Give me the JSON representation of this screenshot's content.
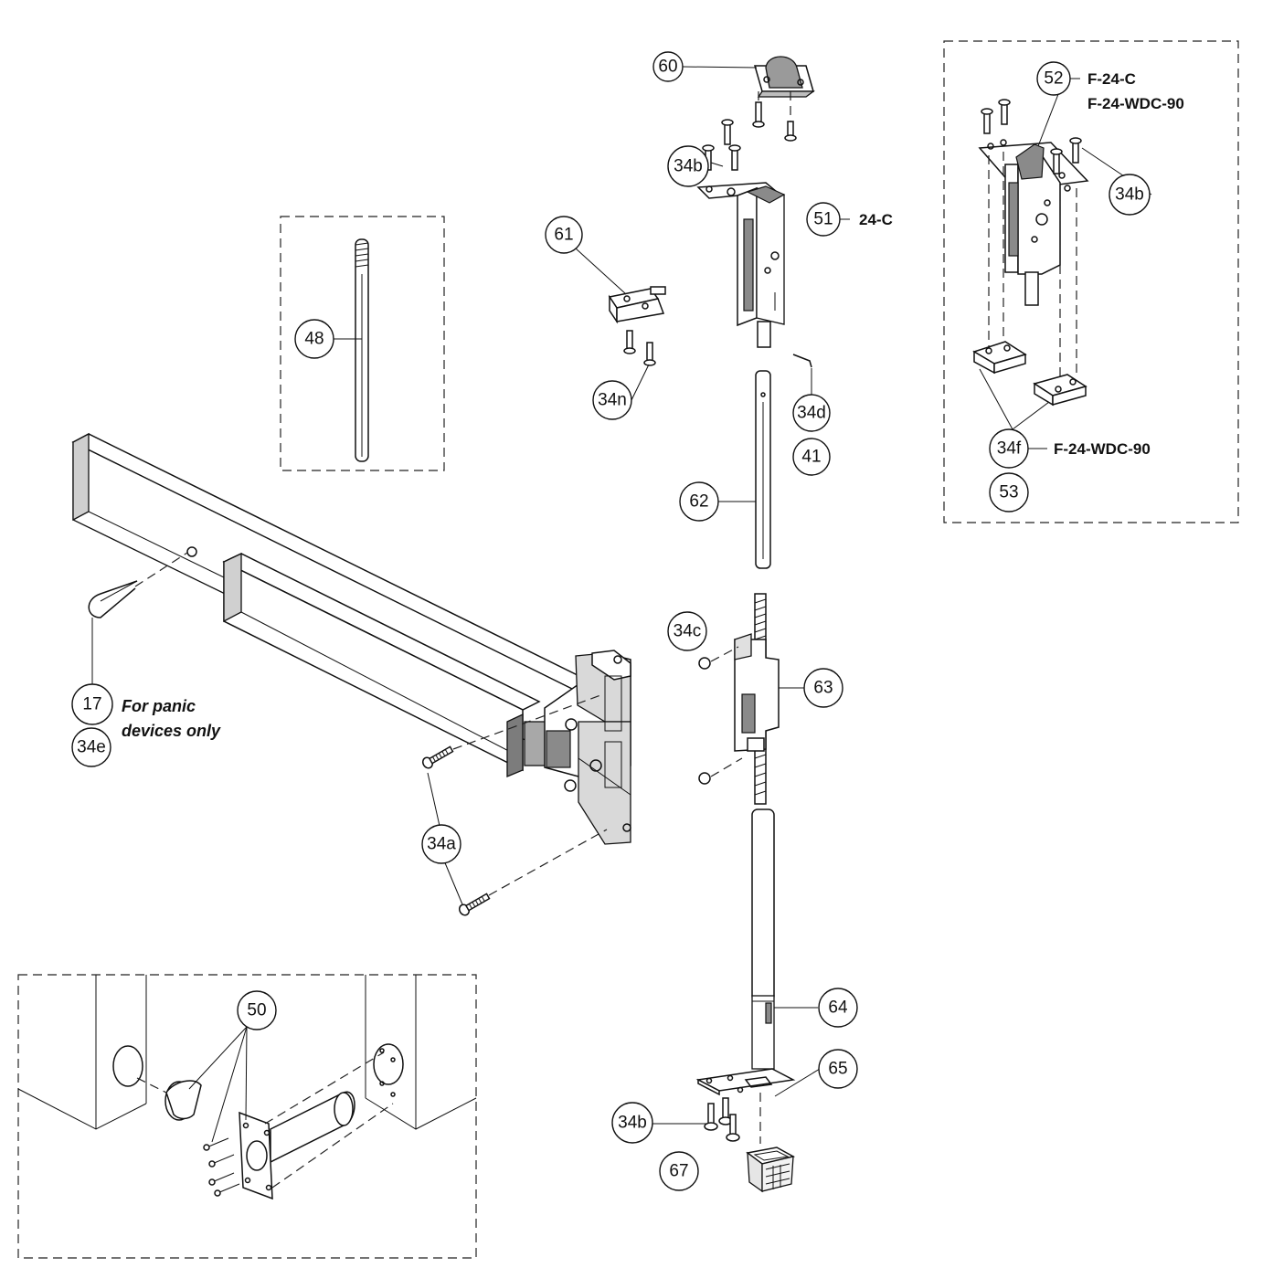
{
  "callouts": {
    "c60": "60",
    "c52": "52",
    "c34b_top": "34b",
    "c34b_right": "34b",
    "c51": "51",
    "c61": "61",
    "c48": "48",
    "c34n": "34n",
    "c34d": "34d",
    "c41": "41",
    "c34f": "34f",
    "c53": "53",
    "c62": "62",
    "c34c": "34c",
    "c63": "63",
    "c17": "17",
    "c34e": "34e",
    "c34a": "34a",
    "c50": "50",
    "c64": "64",
    "c65": "65",
    "c34b_bottom": "34b",
    "c67": "67"
  },
  "models": {
    "m52_line1": "F-24-C",
    "m52_line2": "F-24-WDC-90",
    "m51": "24-C",
    "m34f": "F-24-WDC-90"
  },
  "notes": {
    "panic_line1": "For panic",
    "panic_line2": "devices only"
  }
}
